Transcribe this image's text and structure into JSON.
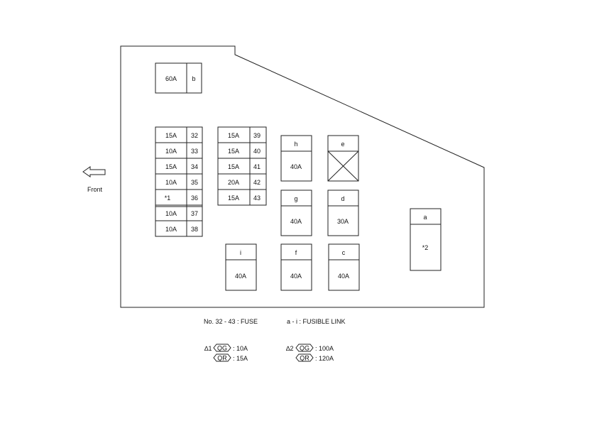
{
  "front_label": "Front",
  "fuse_60": {
    "amp": "60A",
    "id": "b"
  },
  "fuse_column_1": [
    {
      "amp": "15A",
      "num": "32"
    },
    {
      "amp": "10A",
      "num": "33"
    },
    {
      "amp": "15A",
      "num": "34"
    },
    {
      "amp": "10A",
      "num": "35"
    },
    {
      "amp": "*1",
      "num": "36"
    },
    {
      "amp": "10A",
      "num": "37"
    },
    {
      "amp": "10A",
      "num": "38"
    }
  ],
  "fuse_column_2": [
    {
      "amp": "15A",
      "num": "39"
    },
    {
      "amp": "15A",
      "num": "40"
    },
    {
      "amp": "15A",
      "num": "41"
    },
    {
      "amp": "20A",
      "num": "42"
    },
    {
      "amp": "15A",
      "num": "43"
    }
  ],
  "links": {
    "h": {
      "id": "h",
      "amp": "40A"
    },
    "e": {
      "id": "e",
      "amp": ""
    },
    "g": {
      "id": "g",
      "amp": "40A"
    },
    "d": {
      "id": "d",
      "amp": "30A"
    },
    "a": {
      "id": "a",
      "amp": "*2"
    },
    "i": {
      "id": "i",
      "amp": "40A"
    },
    "f": {
      "id": "f",
      "amp": "40A"
    },
    "c": {
      "id": "c",
      "amp": "40A"
    }
  },
  "legend": {
    "fuse_range": "No. 32 - 43 : FUSE",
    "link_range": "a - i : FUSIBLE LINK",
    "note1_mark": "∆1",
    "note1_qg_code": "QG",
    "note1_qg_value": ": 10A",
    "note1_qr_code": "QR",
    "note1_qr_value": ": 15A",
    "note2_mark": "∆2",
    "note2_qg_code": "QG",
    "note2_qg_value": ": 100A",
    "note2_qr_code": "QR",
    "note2_qr_value": ": 120A"
  }
}
